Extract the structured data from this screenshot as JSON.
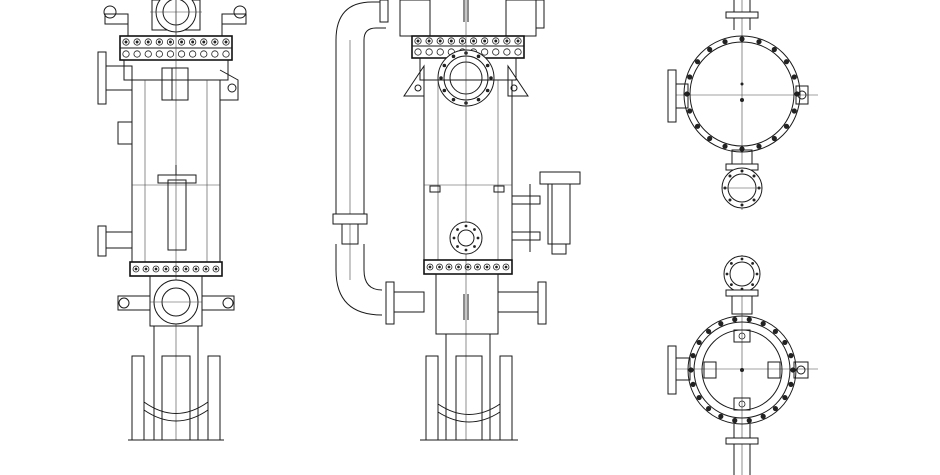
{
  "drawing": {
    "views": [
      {
        "id": "front-elevation"
      },
      {
        "id": "side-elevation"
      },
      {
        "id": "top-plan"
      },
      {
        "id": "bottom-plan"
      }
    ],
    "colors": {
      "line": "#1a1a1a",
      "background": "#ffffff",
      "bolt": "#222222"
    }
  }
}
